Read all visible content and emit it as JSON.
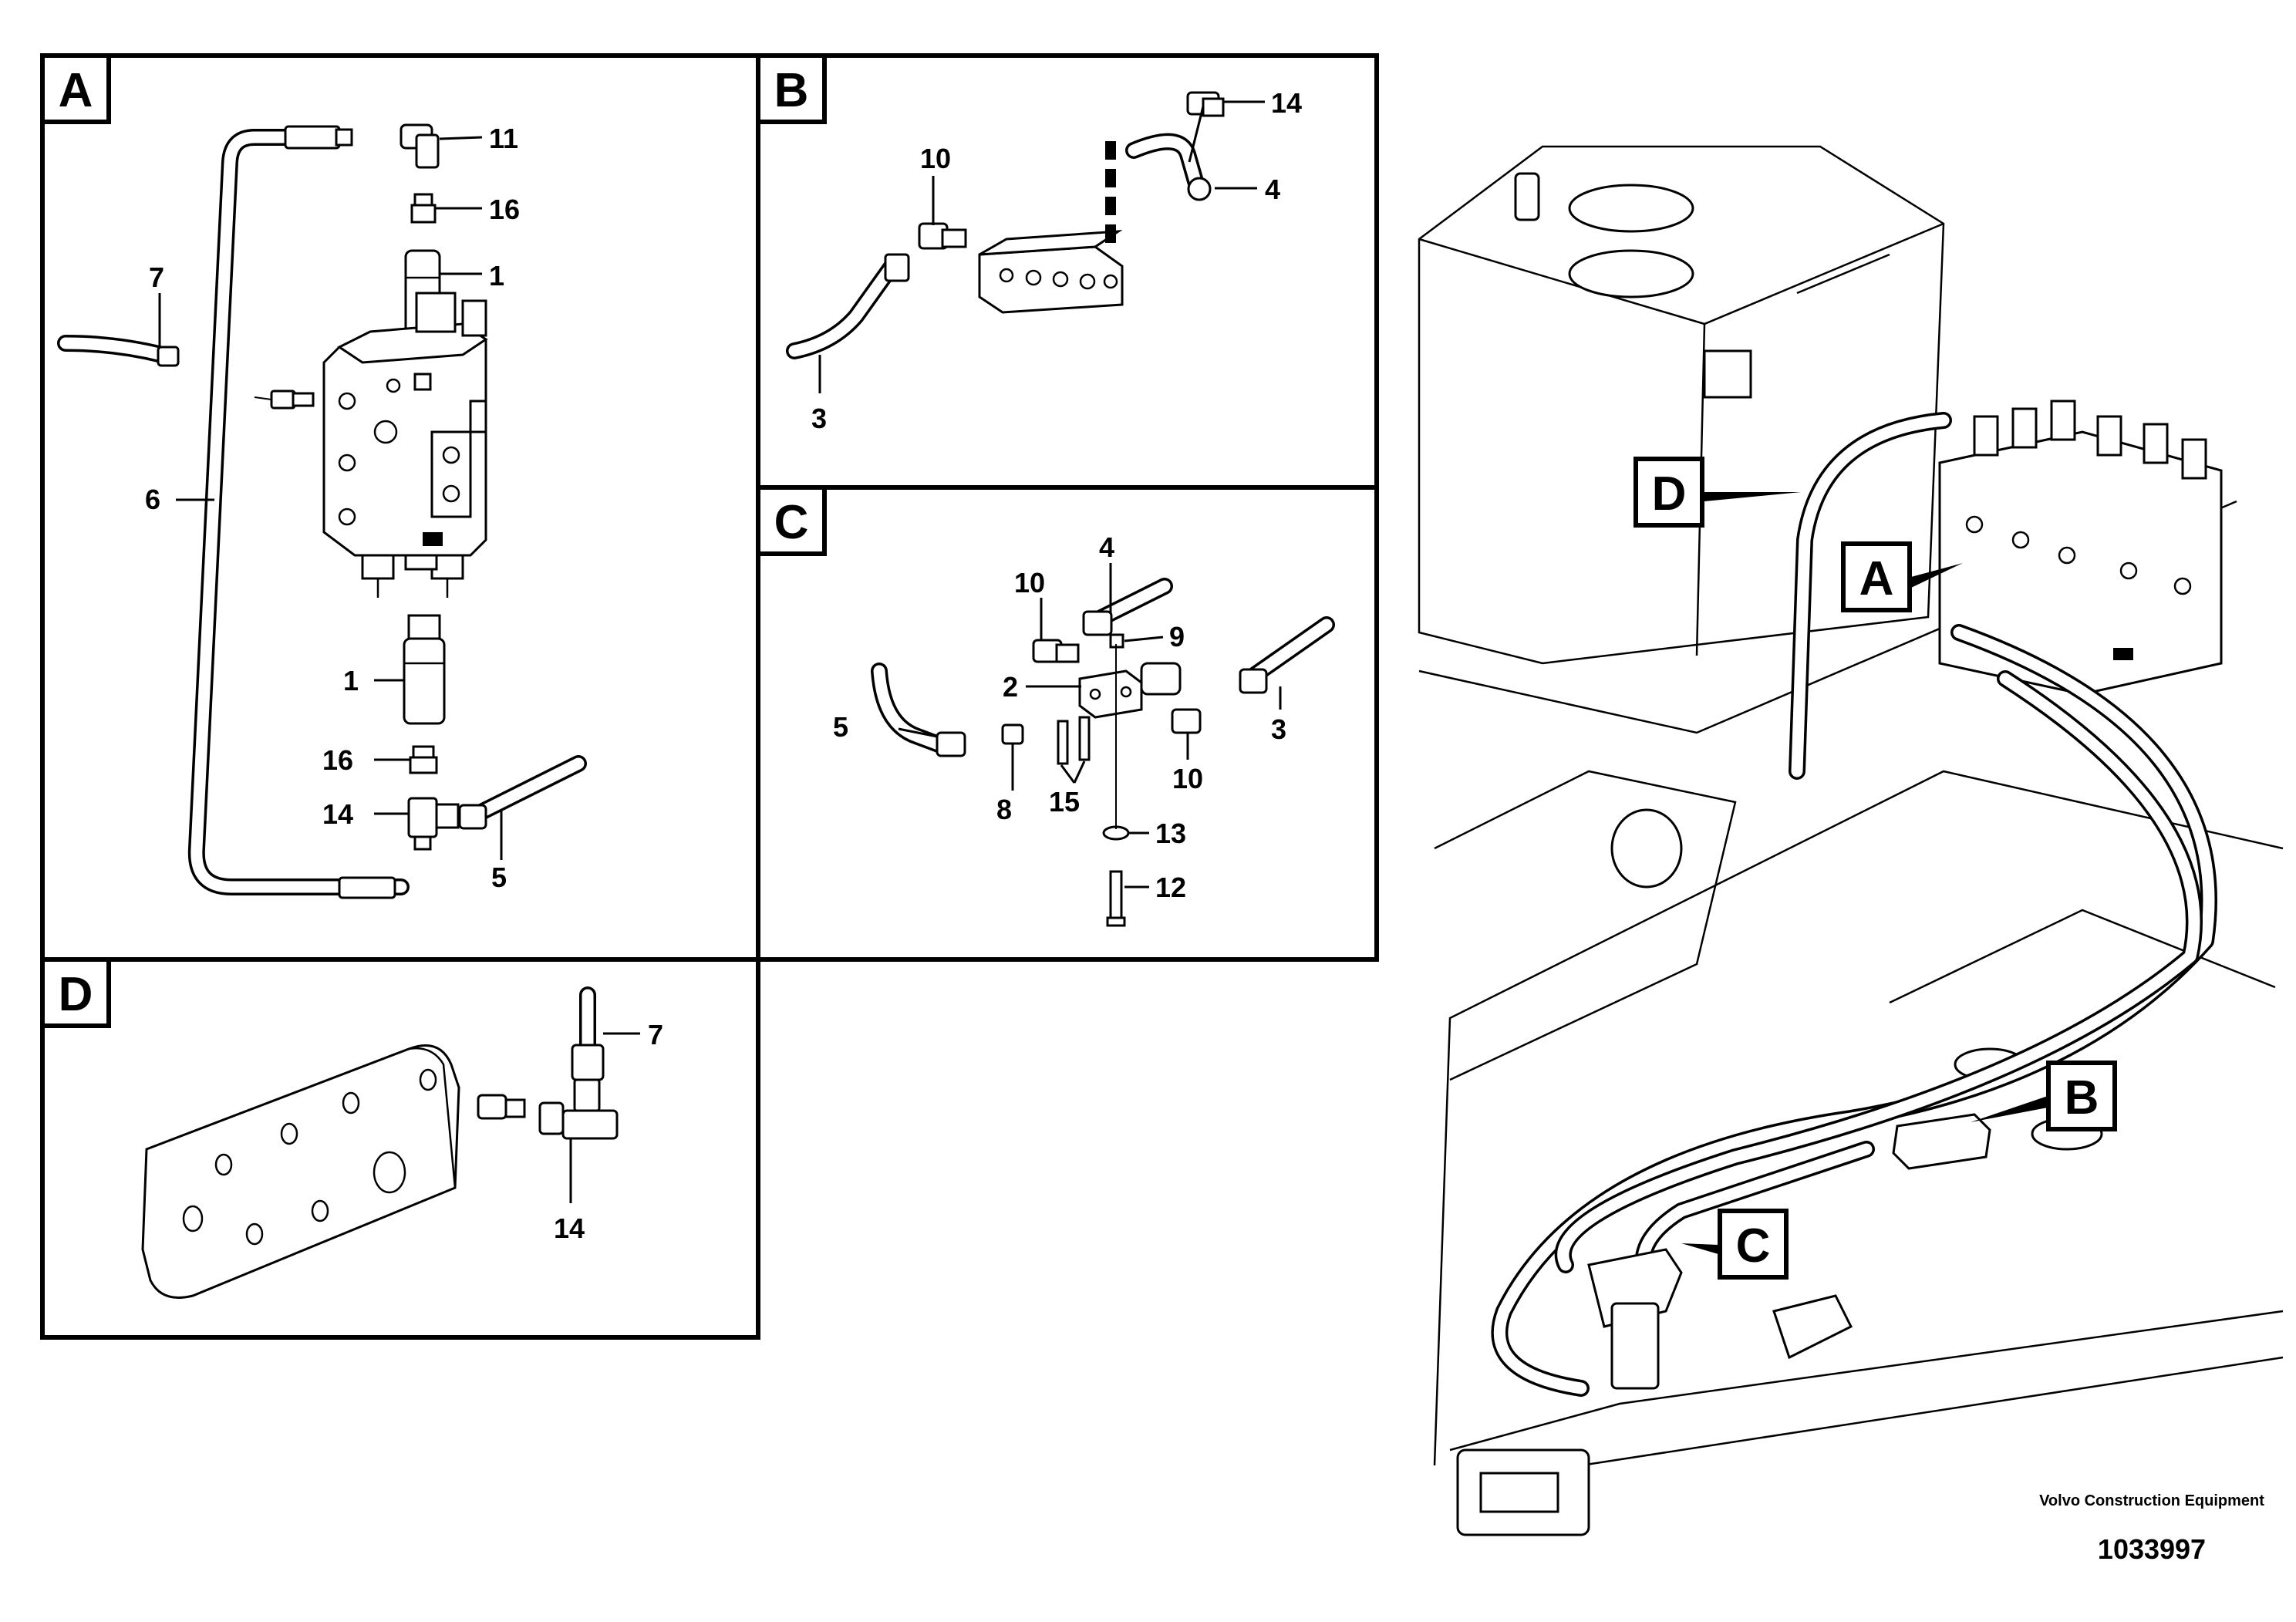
{
  "panels": {
    "A": {
      "letter": "A",
      "callouts": {
        "c11": "11",
        "c16a": "16",
        "c1a": "1",
        "c7": "7",
        "c6": "6",
        "c1b": "1",
        "c16b": "16",
        "c14": "14",
        "c5": "5"
      }
    },
    "B": {
      "letter": "B",
      "callouts": {
        "c14": "14",
        "c10": "10",
        "c4": "4",
        "c3": "3"
      }
    },
    "C": {
      "letter": "C",
      "callouts": {
        "c4": "4",
        "c10a": "10",
        "c9": "9",
        "c2": "2",
        "c5": "5",
        "c3": "3",
        "c10b": "10",
        "c8": "8",
        "c15": "15",
        "c13": "13",
        "c12": "12"
      }
    },
    "D": {
      "letter": "D",
      "callouts": {
        "c7": "7",
        "c14": "14"
      }
    }
  },
  "overview": {
    "labels": {
      "D": "D",
      "A": "A",
      "B": "B",
      "C": "C"
    }
  },
  "footer": {
    "publisher": "Volvo Construction Equipment",
    "document_number": "1033997"
  },
  "icons": [
    "spool-valve-icon",
    "tee-fitting-icon",
    "hose-icon",
    "distribution-block-icon",
    "mounting-plate-icon",
    "excavator-frame-icon"
  ]
}
